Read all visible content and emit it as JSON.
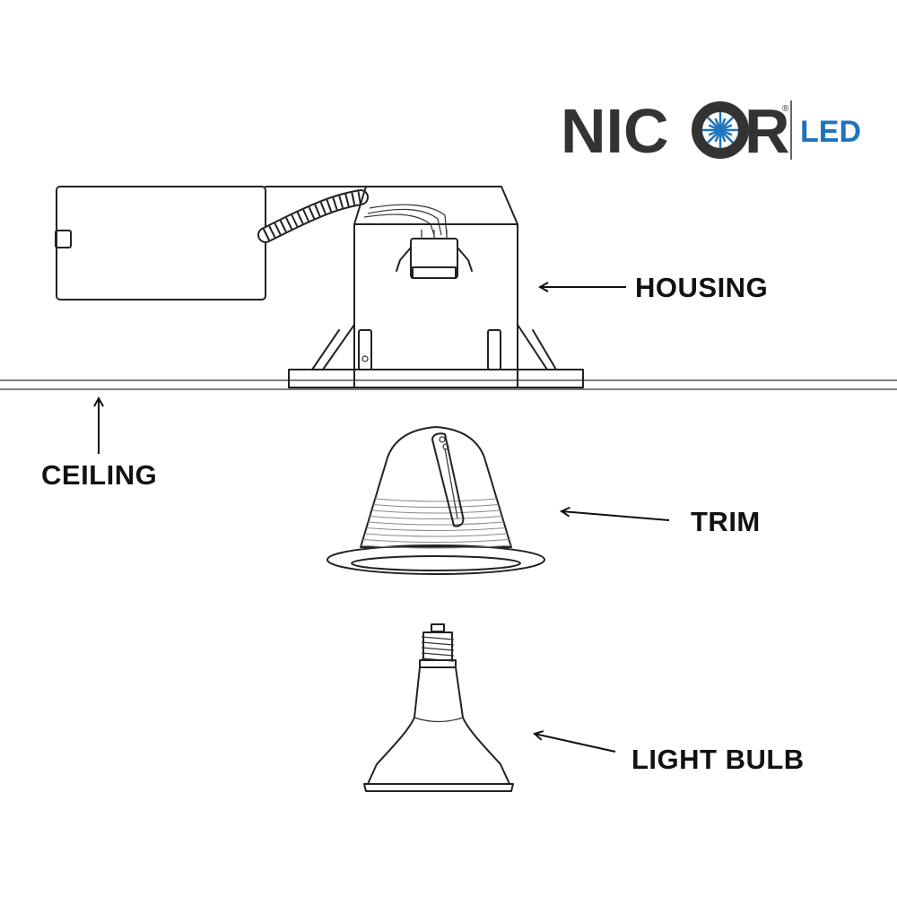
{
  "logo": {
    "brand_left": "NIC",
    "brand_right": "R",
    "registered": "®",
    "suffix": "LED",
    "star_icon": "star-burst-icon",
    "colors": {
      "brand_text": "#333333",
      "accent": "#1e73be"
    }
  },
  "labels": {
    "housing": "HOUSING",
    "ceiling": "CEILING",
    "trim": "TRIM",
    "light_bulb": "LIGHT BULB"
  }
}
